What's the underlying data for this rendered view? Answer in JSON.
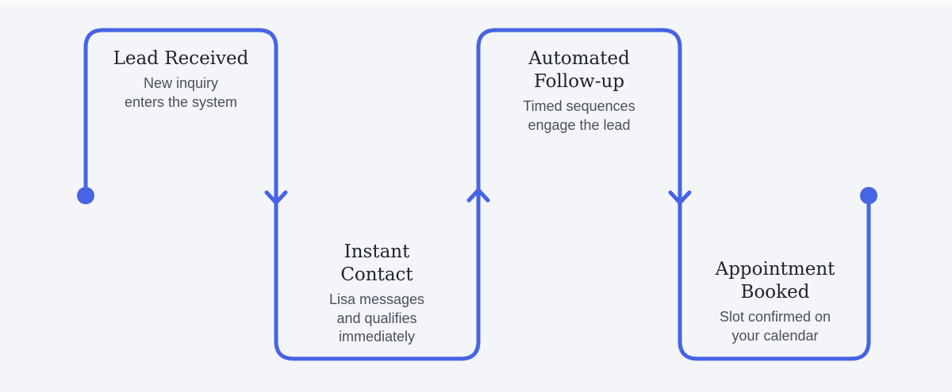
{
  "diagram": {
    "steps": [
      {
        "title": "Lead Received",
        "description": "New inquiry\nenters the system"
      },
      {
        "title": "Instant\nContact",
        "description": "Lisa messages\nand qualifies\nimmediately"
      },
      {
        "title": "Automated\nFollow-up",
        "description": "Timed sequences\nengage the lead"
      },
      {
        "title": "Appointment\nBooked",
        "description": "Slot confirmed on\nyour calendar"
      }
    ],
    "icons": {
      "start": "start-dot",
      "end": "end-dot",
      "arrows": [
        "arrow-down-icon",
        "arrow-up-icon",
        "arrow-down-icon"
      ]
    },
    "colors": {
      "line": "#4664e4",
      "title_text": "#20242b",
      "description_text": "#4b505c",
      "background": "#f4f5f8"
    }
  }
}
